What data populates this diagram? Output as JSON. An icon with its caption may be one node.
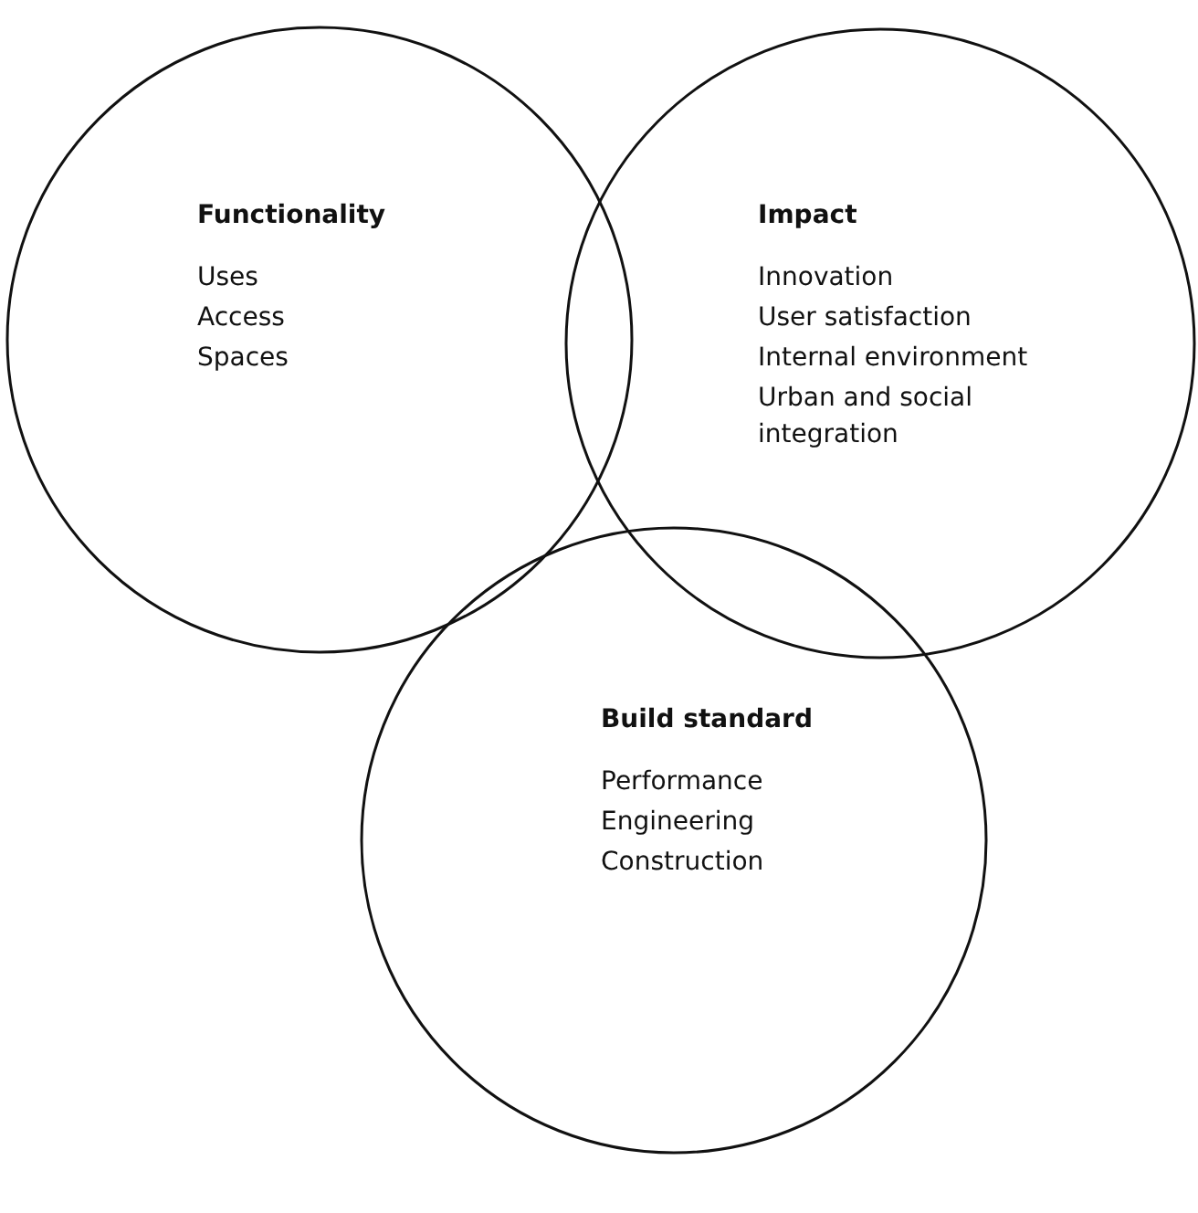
{
  "diagram": {
    "nodes": [
      {
        "text": [
          "Functionality",
          "Uses",
          "Access",
          "Spaces"
        ]
      },
      {
        "text": [
          "Impact",
          "Innovation",
          "User satisfaction",
          "Internal environment",
          "Urban and social integration"
        ]
      },
      {
        "text": [
          "Build standard",
          "Performance",
          "Engineering",
          "Construction"
        ]
      }
    ]
  }
}
